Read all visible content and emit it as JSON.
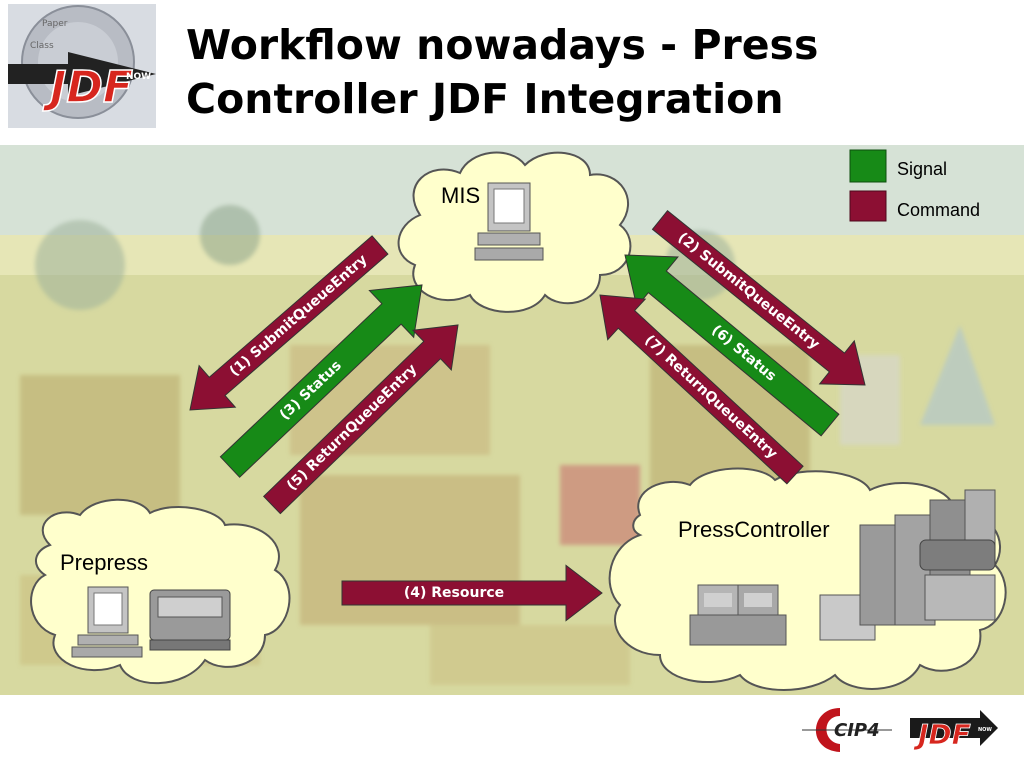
{
  "title": {
    "line1": "Workflow nowadays - Press",
    "line2": "Controller JDF Integration"
  },
  "header_logo": {
    "text": "JDF",
    "badge": "NOW",
    "icon": "jdf-globe-logo"
  },
  "legend": {
    "items": [
      {
        "label": "Signal",
        "color": "#178a17"
      },
      {
        "label": "Command",
        "color": "#8c0f33"
      }
    ]
  },
  "nodes": {
    "mis": {
      "label": "MIS",
      "icon": "computer-icon"
    },
    "prepress": {
      "label": "Prepress",
      "icons": [
        "computer-icon",
        "platesetter-icon"
      ]
    },
    "press_controller": {
      "label": "PressController",
      "icons": [
        "press-unit-icon",
        "printing-press-icon"
      ]
    }
  },
  "arrows": [
    {
      "label": "(1) SubmitQueueEntry",
      "type": "Command"
    },
    {
      "label": "(2) SubmitQueueEntry",
      "type": "Command"
    },
    {
      "label": "(3) Status",
      "type": "Signal"
    },
    {
      "label": "(4) Resource",
      "type": "Command"
    },
    {
      "label": "(5) ReturnQueueEntry",
      "type": "Command"
    },
    {
      "label": "(6) Status",
      "type": "Signal"
    },
    {
      "label": "(7) ReturnQueueEntry",
      "type": "Command"
    }
  ],
  "footer_logos": {
    "cip4": "CIP4",
    "jdf": "JDF",
    "badge": "NOW"
  }
}
